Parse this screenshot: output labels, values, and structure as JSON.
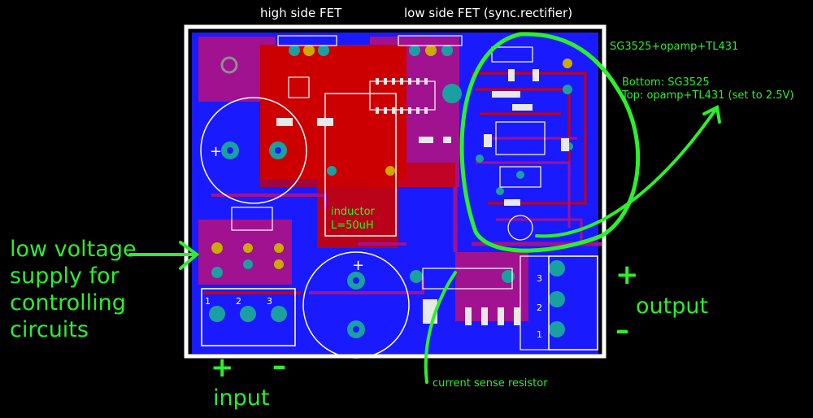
{
  "labels": {
    "high_side_fet": "high side FET",
    "low_side_fet": "low side FET (sync.rectifier)",
    "controller": "SG3525+opamp+TL431",
    "bottom_note": "Bottom: SG3525",
    "top_note": "Top: opamp+TL431 (set to 2.5V)",
    "low_voltage_line1": "low voltage",
    "low_voltage_line2": "supply for",
    "low_voltage_line3": "controlling",
    "low_voltage_line4": "circuits",
    "inductor_line1": "inductor",
    "inductor_line2": "L=50uH",
    "current_sense": "current sense resistor",
    "input": "input",
    "output": "output",
    "plus": "+",
    "minus": "–"
  },
  "pin_numbers": [
    "1",
    "2",
    "3"
  ],
  "colors": {
    "background": "#000000",
    "board_outline": "#ffffff",
    "copper_top": "#cc0000",
    "copper_bottom": "#1a1aff",
    "overlap": "#a0128f",
    "pad": "#1aa0a0",
    "annotation": "#2bf02b"
  }
}
